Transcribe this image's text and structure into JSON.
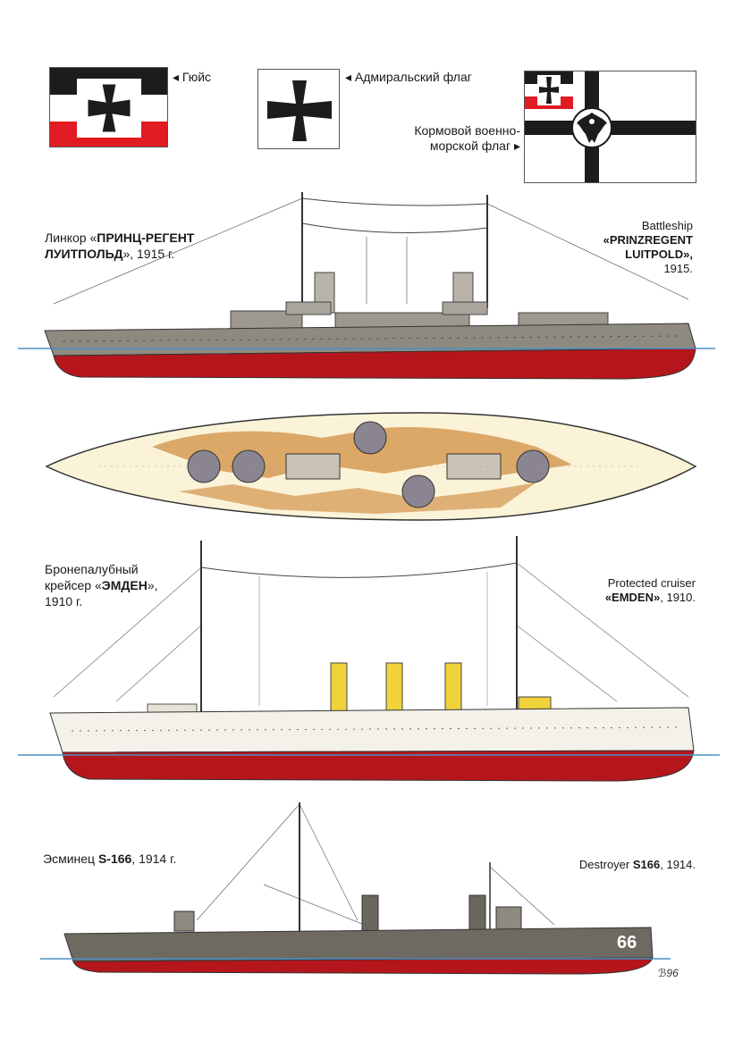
{
  "flags": {
    "jack_label": "Гюйс",
    "admiral_label": "Адмиральский флаг",
    "ensign_label_line1": "Кормовой военно-",
    "ensign_label_line2": "морской флаг",
    "colors": {
      "black": "#1c1c1c",
      "white": "#ffffff",
      "red": "#e01b22"
    }
  },
  "ships": [
    {
      "ru_prefix": "Линкор «",
      "ru_name_line1": "ПРИНЦ-РЕГЕНТ",
      "ru_name_line2": "ЛУИТПОЛЬД",
      "ru_suffix": "», 1915 г.",
      "en_line1": "Battleship",
      "en_line2": "«PRINZREGENT",
      "en_line3": "LUITPOLD»,",
      "en_line4": "1915."
    },
    {
      "ru_line1": "Бронепалубный",
      "ru_prefix": "крейсер «",
      "ru_name": "ЭМДЕН",
      "ru_suffix": "»,",
      "ru_line3": "1910 г.",
      "en_line1": "Protected cruiser",
      "en_name": "«EMDEN»",
      "en_suffix": ", 1910."
    },
    {
      "ru_prefix": "Эсминец ",
      "ru_name": "S-166",
      "ru_suffix": ", 1914 г.",
      "en_text": "Destroyer ",
      "en_name": "S166",
      "en_suffix": ", 1914.",
      "hull_number": "66"
    }
  ],
  "signature": "ℬ96",
  "colors": {
    "hull_red": "#b5161c",
    "hull_grey": "#8e8a80",
    "deck_cream": "#fbf3d8",
    "camo": "#d59a55",
    "turret": "#8a8590",
    "funnel_yellow": "#f0d23a",
    "waterline": "#4a8fc4"
  }
}
